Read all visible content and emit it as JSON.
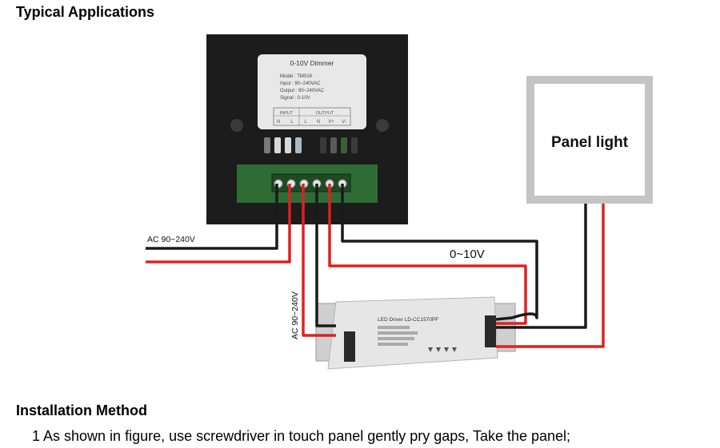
{
  "sections": {
    "typical_applications": "Typical Applications",
    "installation_method": "Installation Method"
  },
  "installation_steps": [
    "1 As shown in figure, use screwdriver in touch panel gently pry gaps, Take the panel;"
  ],
  "dimmer_label": {
    "title": "0-10V Dimmer",
    "model": "Model : TM016",
    "input": "Input : 90~240VAC",
    "output": "Output : 90~240VAC",
    "signal": "Signal : 0-10V",
    "group_input": "INPUT",
    "group_output": "OUTPUT",
    "terminals": [
      "N",
      "L",
      "L",
      "N",
      "V+",
      "V-"
    ]
  },
  "panel_light": "Panel light",
  "led_driver": {
    "title": "LED Driver LD-CC1570PF"
  },
  "wire_labels": {
    "ac_top": "AC 90~240V",
    "ac_vertical": "AC 90~240V",
    "signal": "0~10V"
  },
  "colors": {
    "wire_red": "#e02020",
    "wire_black": "#1a1a1a",
    "dimmer_body": "#1c1c1c",
    "driver_body": "#e6e6e6",
    "panel_frame": "#bfbfbf"
  }
}
